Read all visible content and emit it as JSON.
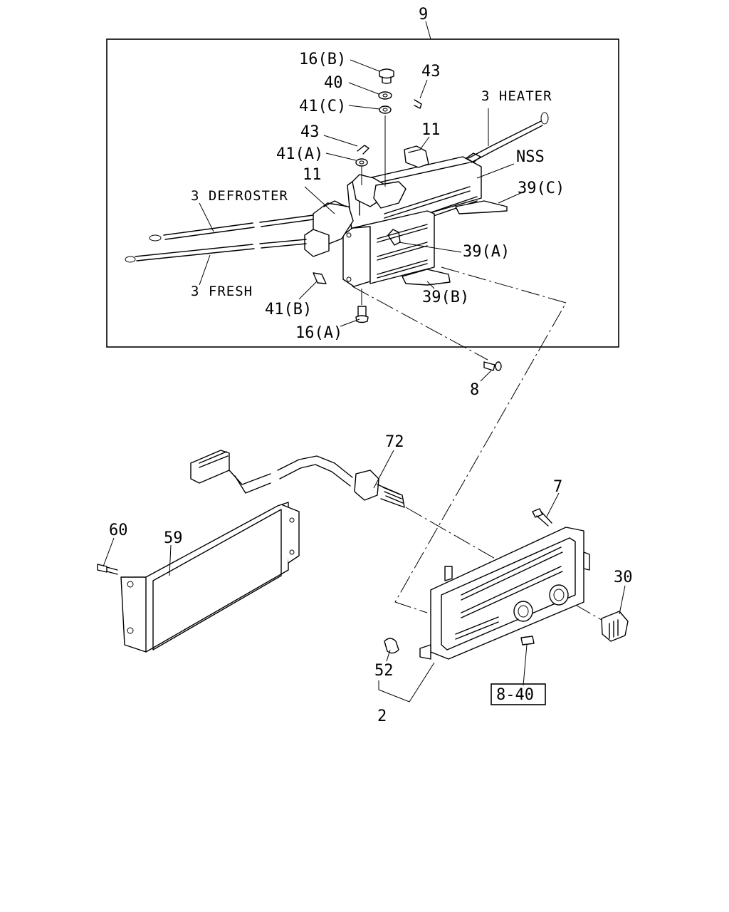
{
  "labels": {
    "assembly_9": "9",
    "bolt_16b": "16(B)",
    "washer_40": "40",
    "washer_41c": "41(C)",
    "clip_43_top": "43",
    "clip_43_mid": "43",
    "washer_41a": "41(A)",
    "clip_11_top": "11",
    "clip_11_left": "11",
    "cable_heater": "3 HEATER",
    "nss": "NSS",
    "lever_39c": "39(C)",
    "cable_defroster": "3 DEFROSTER",
    "lever_39a": "39(A)",
    "cable_fresh": "3 FRESH",
    "lever_39b": "39(B)",
    "washer_41b": "41(B)",
    "bolt_16a": "16(A)",
    "screw_8": "8",
    "harness_72": "72",
    "screw_7": "7",
    "screw_60": "60",
    "cover_59": "59",
    "knob_30": "30",
    "bulb_52": "52",
    "panel_2": "2",
    "reference_8_40": "8-40"
  }
}
